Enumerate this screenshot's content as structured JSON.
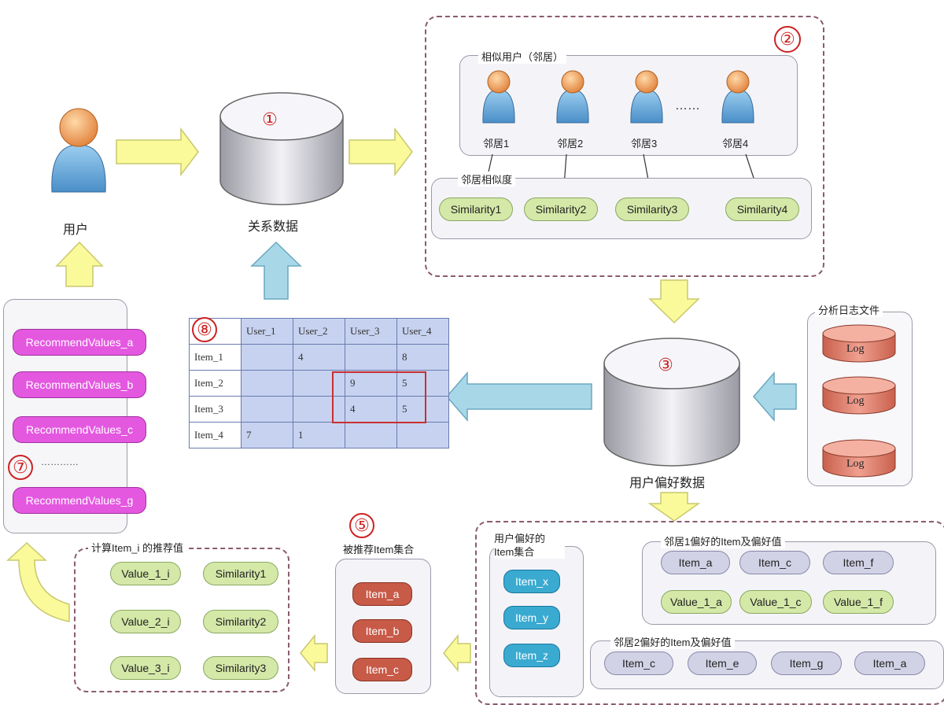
{
  "user_label": "用户",
  "relation_label": "关系数据",
  "preference_label": "用户偏好数据",
  "neighbors_panel": {
    "title": "相似用户（邻居）",
    "dots": "……",
    "neighbors": [
      "邻居1",
      "邻居2",
      "邻居3",
      "邻居4"
    ]
  },
  "similarity_panel": {
    "title": "邻居相似度",
    "items": [
      "Similarity1",
      "Similarity2",
      "Similarity3",
      "Similarity4"
    ]
  },
  "log_panel": {
    "title": "分析日志文件",
    "logs": [
      "Log",
      "Log",
      "Log"
    ]
  },
  "markers": [
    "①",
    "②",
    "③",
    "⑦",
    "⑧",
    "⑤"
  ],
  "matrix": {
    "columns": [
      "User_1",
      "User_2",
      "User_3",
      "User_4"
    ],
    "rows": [
      {
        "label": "Item_1",
        "values": [
          "",
          "4",
          "",
          "8"
        ]
      },
      {
        "label": "Item_2",
        "values": [
          "",
          "",
          "9",
          "5"
        ]
      },
      {
        "label": "Item_3",
        "values": [
          "",
          "",
          "4",
          "5"
        ]
      },
      {
        "label": "Item_4",
        "values": [
          "7",
          "1",
          "",
          ""
        ]
      }
    ]
  },
  "recommend": {
    "items": [
      "RecommendValues_a",
      "RecommendValues_b",
      "RecommendValues_c",
      "RecommendValues_g"
    ],
    "dots": "…………"
  },
  "compute_panel": {
    "title": "计算Item_i 的推荐值",
    "values": [
      "Value_1_i",
      "Value_2_i",
      "Value_3_i"
    ],
    "sims": [
      "Similarity1",
      "Similarity2",
      "Similarity3"
    ]
  },
  "recommended_set": {
    "title": "被推荐Item集合",
    "items": [
      "Item_a",
      "Item_b",
      "Item_c"
    ]
  },
  "user_pref_items": {
    "title": "用户偏好的Item集合",
    "items": [
      "Item_x",
      "Item_y",
      "Item_z"
    ]
  },
  "neighbor1_pref": {
    "title": "邻居1偏好的Item及偏好值",
    "items": [
      "Item_a",
      "Item_c",
      "Item_f"
    ],
    "values": [
      "Value_1_a",
      "Value_1_c",
      "Value_1_f"
    ]
  },
  "neighbor2_pref": {
    "title": "邻居2偏好的Item及偏好值",
    "items": [
      "Item_c",
      "Item_e",
      "Item_g",
      "Item_a"
    ]
  },
  "colors": {
    "yellow_arrow": "#fafa9a",
    "blue_arrow": "#a8d8e8",
    "marker_red": "#cc2222"
  }
}
